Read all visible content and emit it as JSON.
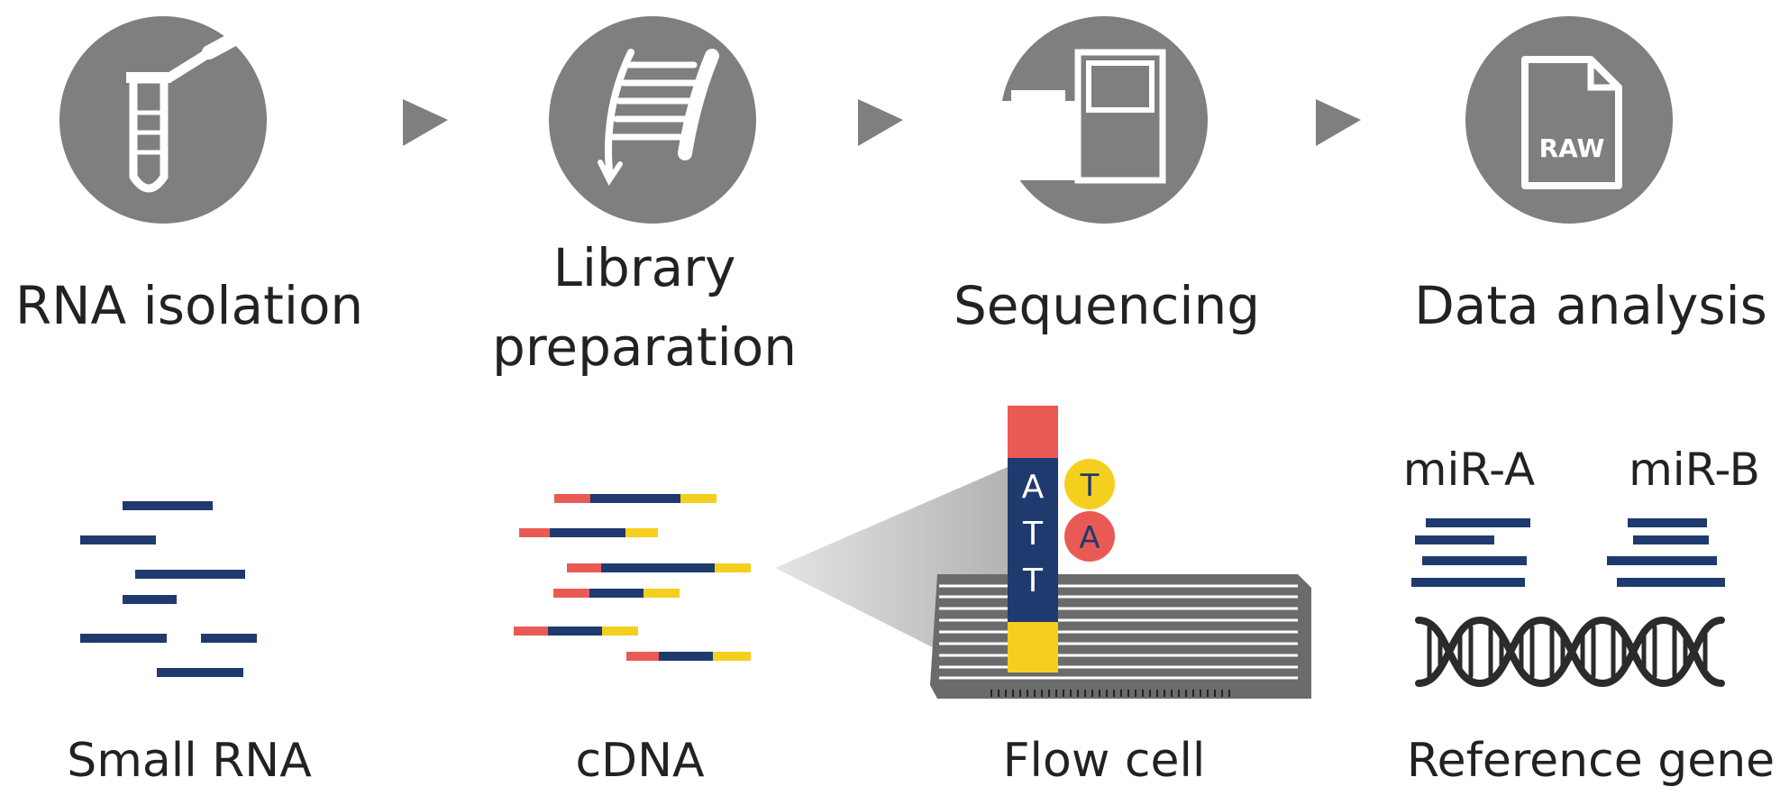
{
  "steps": [
    {
      "label": "RNA isolation",
      "icon": "tube-pipette-icon"
    },
    {
      "label_line1": "Library",
      "label_line2": "preparation",
      "icon": "strand-icon"
    },
    {
      "label": "Sequencing",
      "icon": "sequencer-icon"
    },
    {
      "label": "Data analysis",
      "icon": "raw-file-icon",
      "file_text": "RAW"
    }
  ],
  "bottom": {
    "small_rna": "Small RNA",
    "cdna": "cDNA",
    "flow_cell": "Flow cell",
    "reference_gene": "Reference gene"
  },
  "flow_cell": {
    "bases": [
      "A",
      "T",
      "T"
    ],
    "incoming_bases": [
      "T",
      "A"
    ]
  },
  "mirnas": [
    "miR-A",
    "miR-B"
  ],
  "colors": {
    "circle": "#7f7f7f",
    "arrow": "#7f7f7f",
    "navy": "#1f3a6e",
    "red": "#ea5a55",
    "yellow": "#f5cf1d",
    "dna": "#2b2b2b"
  }
}
